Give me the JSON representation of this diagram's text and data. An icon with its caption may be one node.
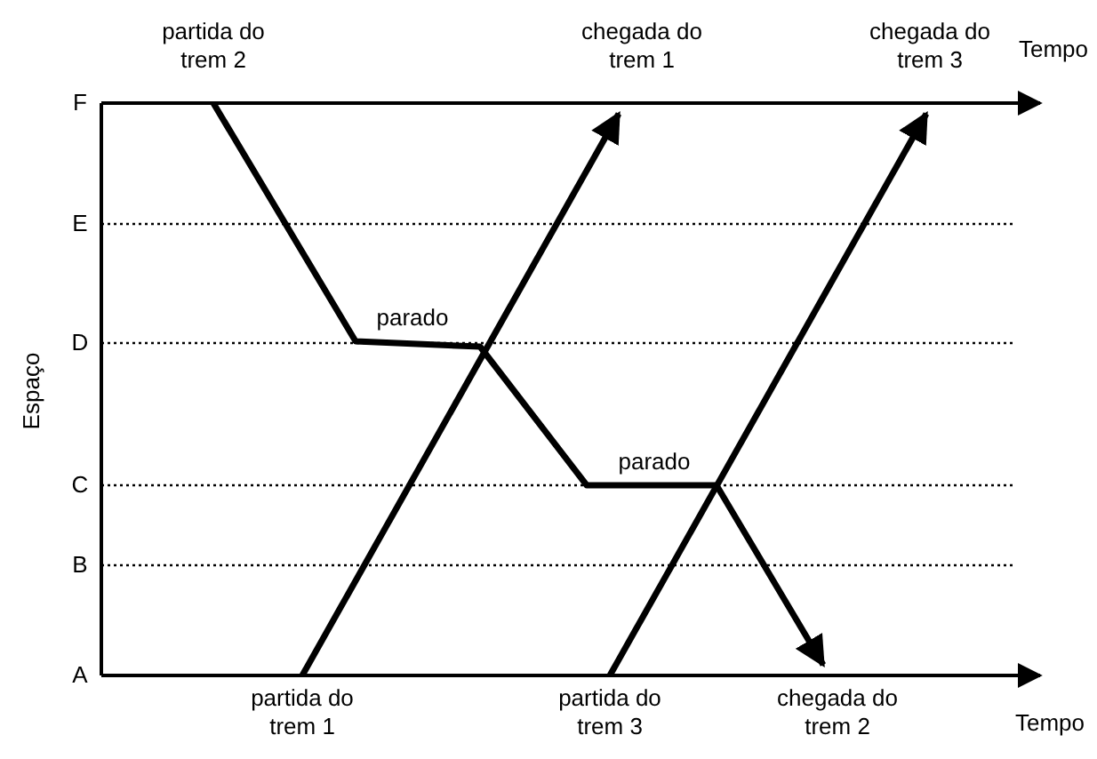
{
  "diagram": {
    "labels": [
      "partida do trem 2",
      "chegada do trem 1",
      "chegada do trem 3",
      "Tempo",
      "F",
      "E",
      "Espaço",
      "D",
      "parado",
      "C",
      "parado",
      "B",
      "A",
      "partida do trem 1",
      "partida do trem 3",
      "chegada do trem 2",
      "Tempo"
    ]
  }
}
